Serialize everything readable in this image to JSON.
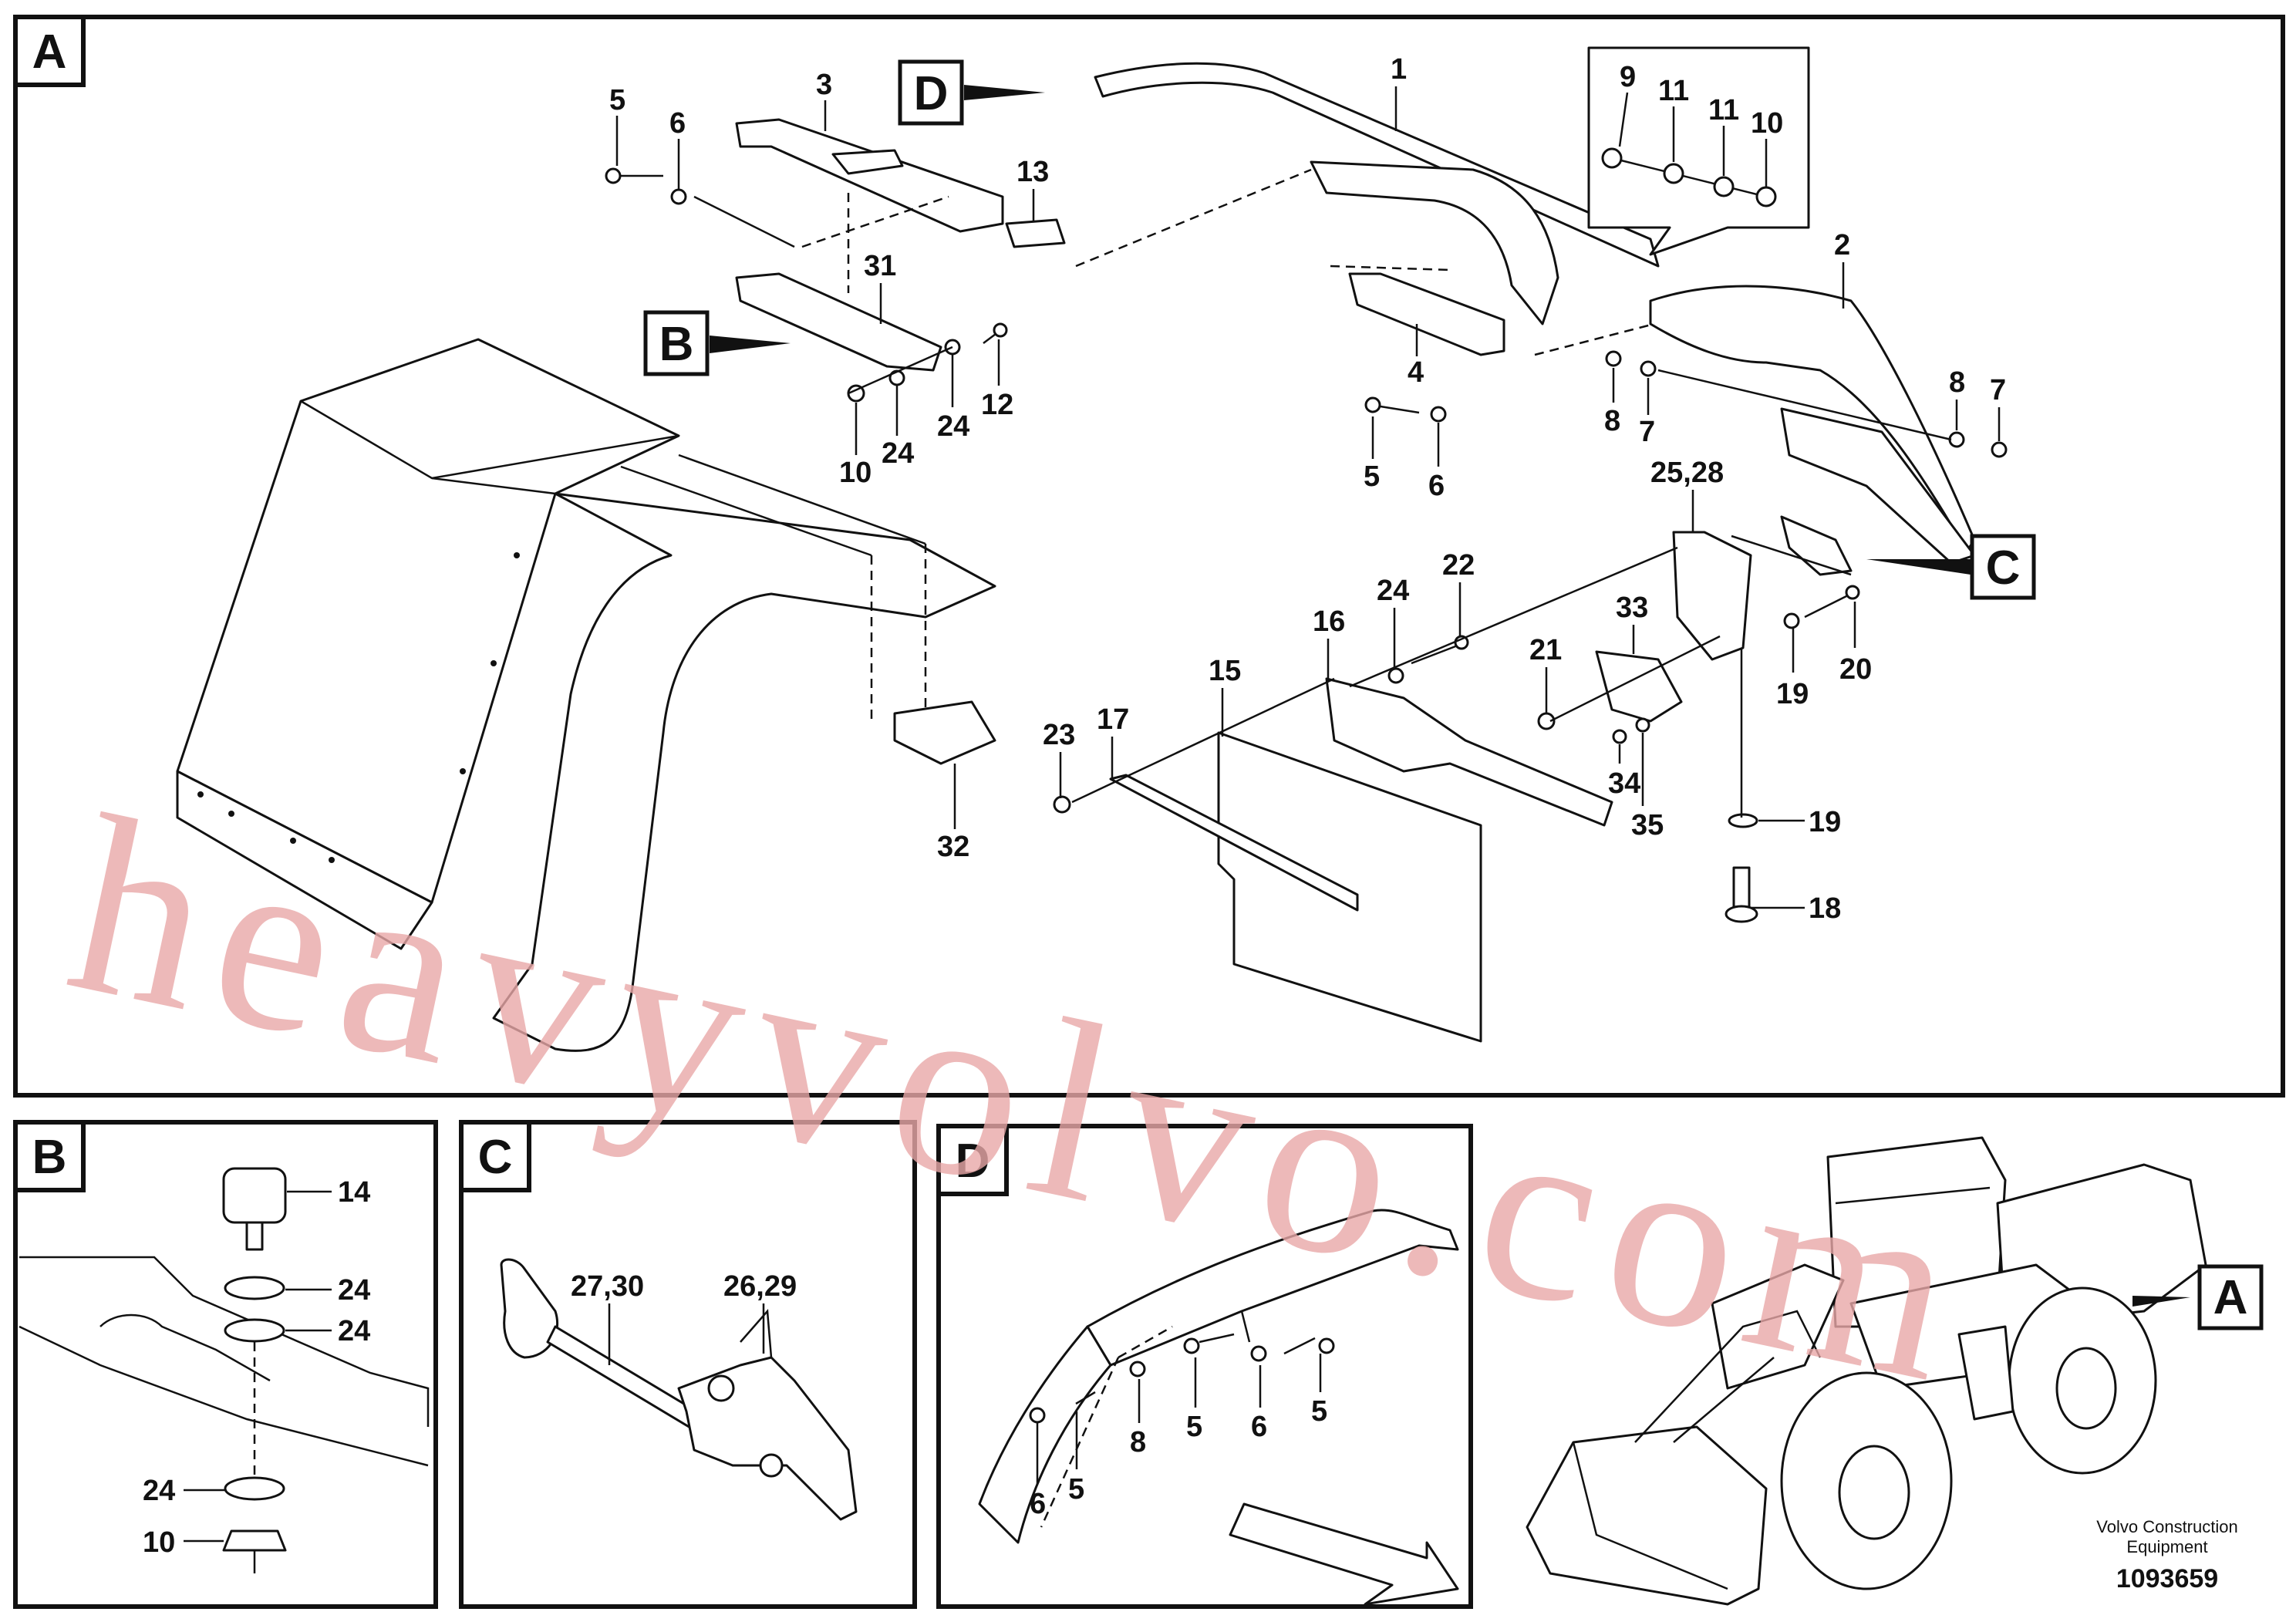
{
  "view_tags": {
    "a": "A",
    "b": "B",
    "c": "C",
    "d": "D"
  },
  "callouts_main": {
    "c1": "1",
    "c2": "2",
    "c3": "3",
    "c4": "4",
    "c5a": "5",
    "c5b": "5",
    "c6a": "6",
    "c6b": "6",
    "c7a": "7",
    "c7b": "7",
    "c8a": "8",
    "c8b": "8",
    "c9": "9",
    "c10a": "10",
    "c10b": "10",
    "c11a": "11",
    "c11b": "11",
    "c12": "12",
    "c13": "13",
    "c15": "15",
    "c16": "16",
    "c17": "17",
    "c18": "18",
    "c19a": "19",
    "c19b": "19",
    "c20": "20",
    "c21": "21",
    "c22": "22",
    "c23": "23",
    "c24a": "24",
    "c24b": "24",
    "c24c": "24",
    "c2528": "25,28",
    "c31": "31",
    "c32": "32",
    "c33": "33",
    "c34": "34",
    "c35": "35"
  },
  "callouts_b": {
    "c14": "14",
    "c24a": "24",
    "c24b": "24",
    "c24c": "24",
    "c10": "10"
  },
  "callouts_c": {
    "c2730": "27,30",
    "c2629": "26,29"
  },
  "callouts_d": {
    "c5a": "5",
    "c5b": "5",
    "c5c": "5",
    "c6a": "6",
    "c6b": "6",
    "c8": "8"
  },
  "footer": {
    "company_line1": "Volvo Construction",
    "company_line2": "Equipment",
    "doc_number": "1093659"
  },
  "watermark": "heavyvolvo.com"
}
